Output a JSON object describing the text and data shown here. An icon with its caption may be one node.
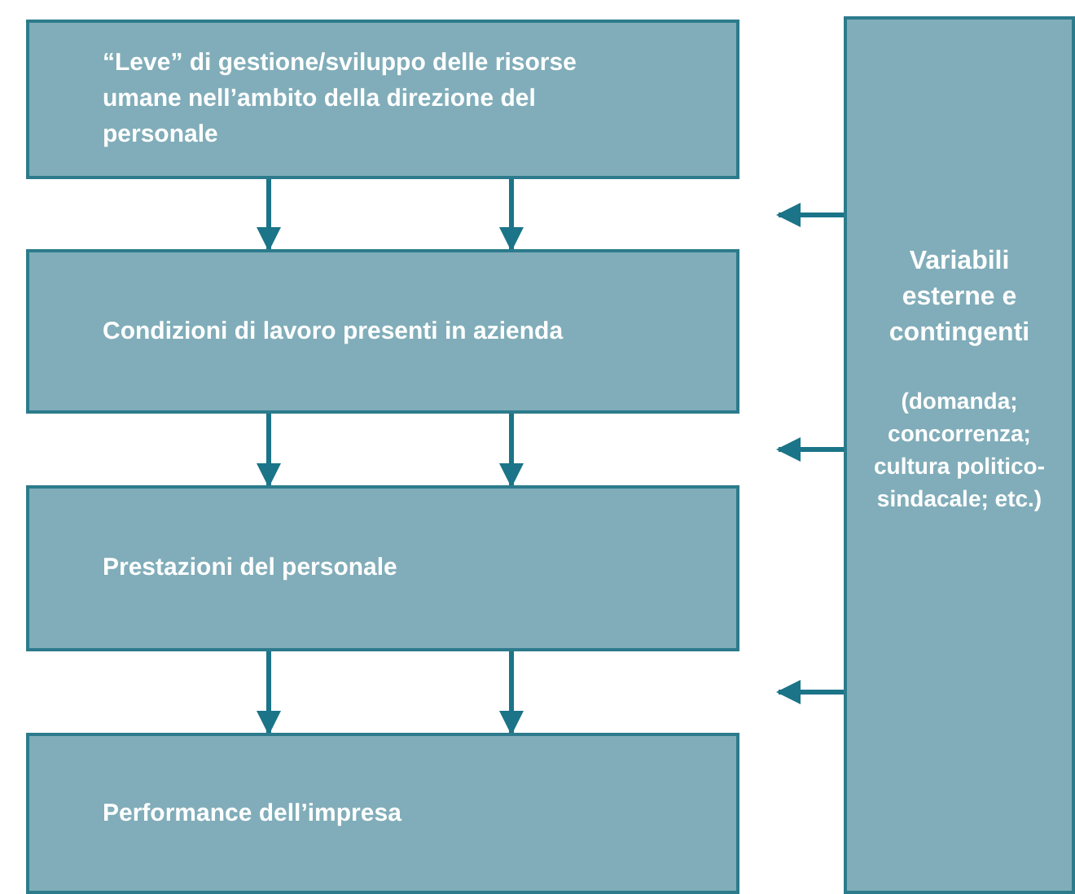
{
  "diagram": {
    "nodes": [
      {
        "text": [
          "“Leve” di gestione/sviluppo delle risorse umane nell’ambito della direzione del personale"
        ]
      },
      {
        "text": [
          "Condizioni di lavoro presenti in azienda"
        ]
      },
      {
        "text": [
          "Prestazioni del personale"
        ]
      },
      {
        "text": [
          "Performance dell’impresa"
        ]
      },
      {
        "text": [
          "Variabili esterne e contingenti",
          "(domanda; concorrenza; cultura politico-sindacale; etc.)"
        ]
      }
    ],
    "edges": [
      {
        "from": 0,
        "to": 1,
        "arrow": "to"
      },
      {
        "from": 0,
        "to": 1,
        "arrow": "to"
      },
      {
        "from": 1,
        "to": 2,
        "arrow": "to"
      },
      {
        "from": 1,
        "to": 2,
        "arrow": "to"
      },
      {
        "from": 2,
        "to": 3,
        "arrow": "to"
      },
      {
        "from": 2,
        "to": 3,
        "arrow": "to"
      },
      {
        "from": 4,
        "to": null,
        "arrow": "to"
      },
      {
        "from": 4,
        "to": null,
        "arrow": "to"
      },
      {
        "from": 4,
        "to": null,
        "arrow": "to"
      }
    ]
  }
}
